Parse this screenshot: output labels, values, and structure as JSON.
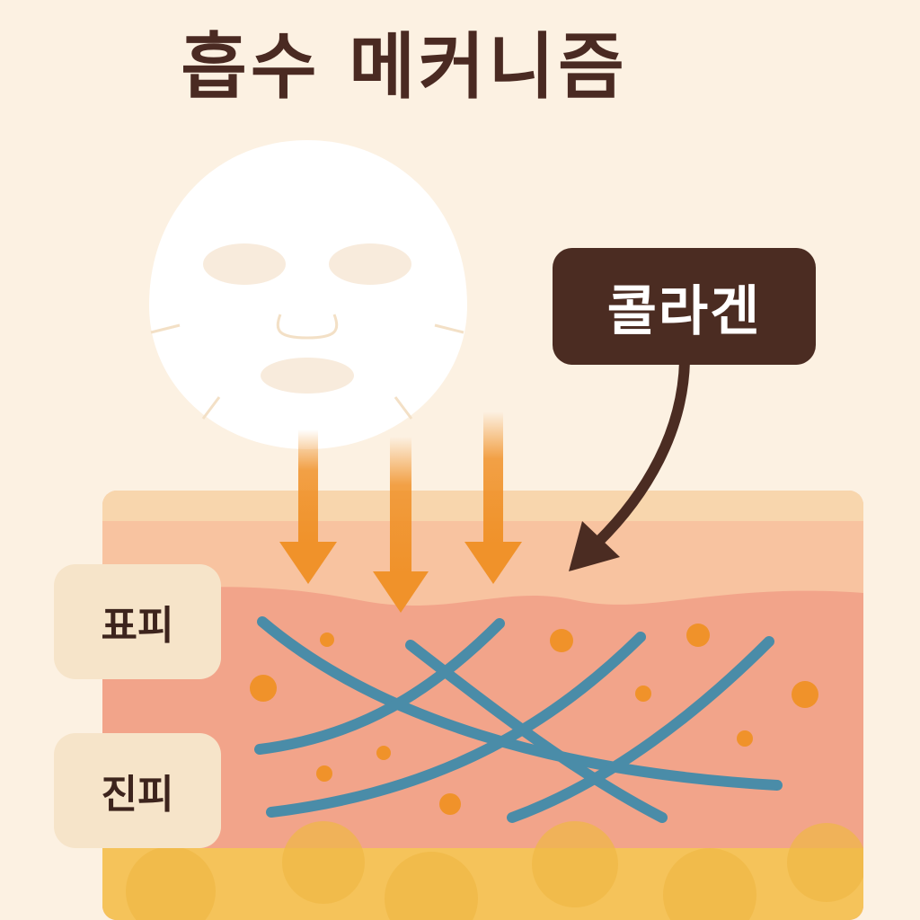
{
  "title": "흡수 메커니즘",
  "callout": {
    "label": "콜라겐"
  },
  "layers": {
    "epidermis": "표피",
    "dermis": "진피"
  },
  "colors": {
    "background": "#fcf1e2",
    "title": "#4a2a22",
    "mask": "#ffffff",
    "arrow": "#f0922a",
    "epidermis": "#f8c3a0",
    "dermis": "#f2a48a",
    "subcutaneous": "#f5c35a",
    "collagen_fiber": "#4a8ca8",
    "particle": "#f0922a",
    "callout_bg": "#4b2c22",
    "label_bg": "#f6e4c9"
  },
  "icons": [
    "sheet-mask-icon",
    "absorption-arrow-icon",
    "collagen-fiber-icon",
    "callout-pointer-icon"
  ]
}
